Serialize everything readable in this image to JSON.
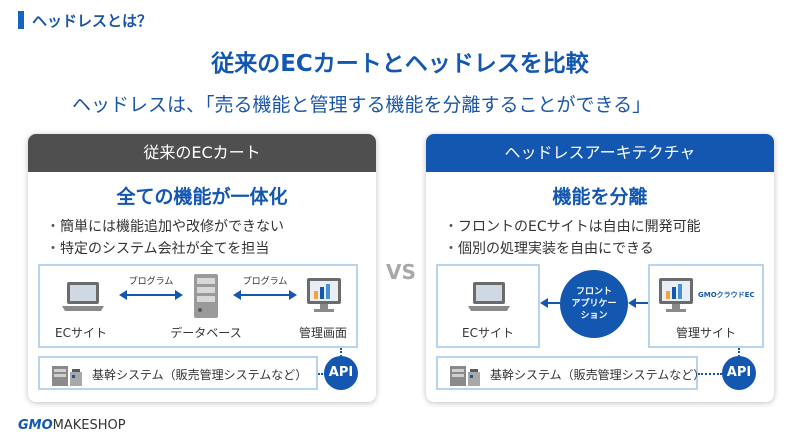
{
  "header": {
    "section_label": "ヘッドレスとは？",
    "main_title": "従来のECカートとヘッドレスを比較",
    "subtitle": "ヘッドレスは、「売る機能と管理する機能を分離することができる」"
  },
  "vs_label": "VS",
  "left_panel": {
    "header": "従来のECカート",
    "title": "全ての機能が一体化",
    "bullets": [
      "簡単には機能追加や改修ができない",
      "特定のシステム会社が全てを担当"
    ],
    "diagram": {
      "ec_site": "ECサイト",
      "database": "データベース",
      "admin": "管理画面",
      "program_left": "プログラム",
      "program_right": "プログラム"
    },
    "core_system": "基幹システム（販売管理システムなど）",
    "api": "API"
  },
  "right_panel": {
    "header": "ヘッドレスアーキテクチャ",
    "title": "機能を分離",
    "bullets": [
      "フロントのECサイトは自由に開発可能",
      "個別の処理実装を自由にできる"
    ],
    "diagram": {
      "ec_site": "ECサイト",
      "front_app_line1": "フロント",
      "front_app_line2": "アプリケー",
      "front_app_line3": "ション",
      "admin_site": "管理サイト",
      "brand_logo": "GMOクラウドEC"
    },
    "core_system": "基幹システム（販売管理システムなど）",
    "api": "API"
  },
  "footer": {
    "logo_gmo": "GMO",
    "logo_makeshop": "MAKESHOP"
  },
  "colors": {
    "accent_blue": "#1357b0",
    "dark_header": "#4f4f4f",
    "frame_border": "#b9d3ec"
  }
}
